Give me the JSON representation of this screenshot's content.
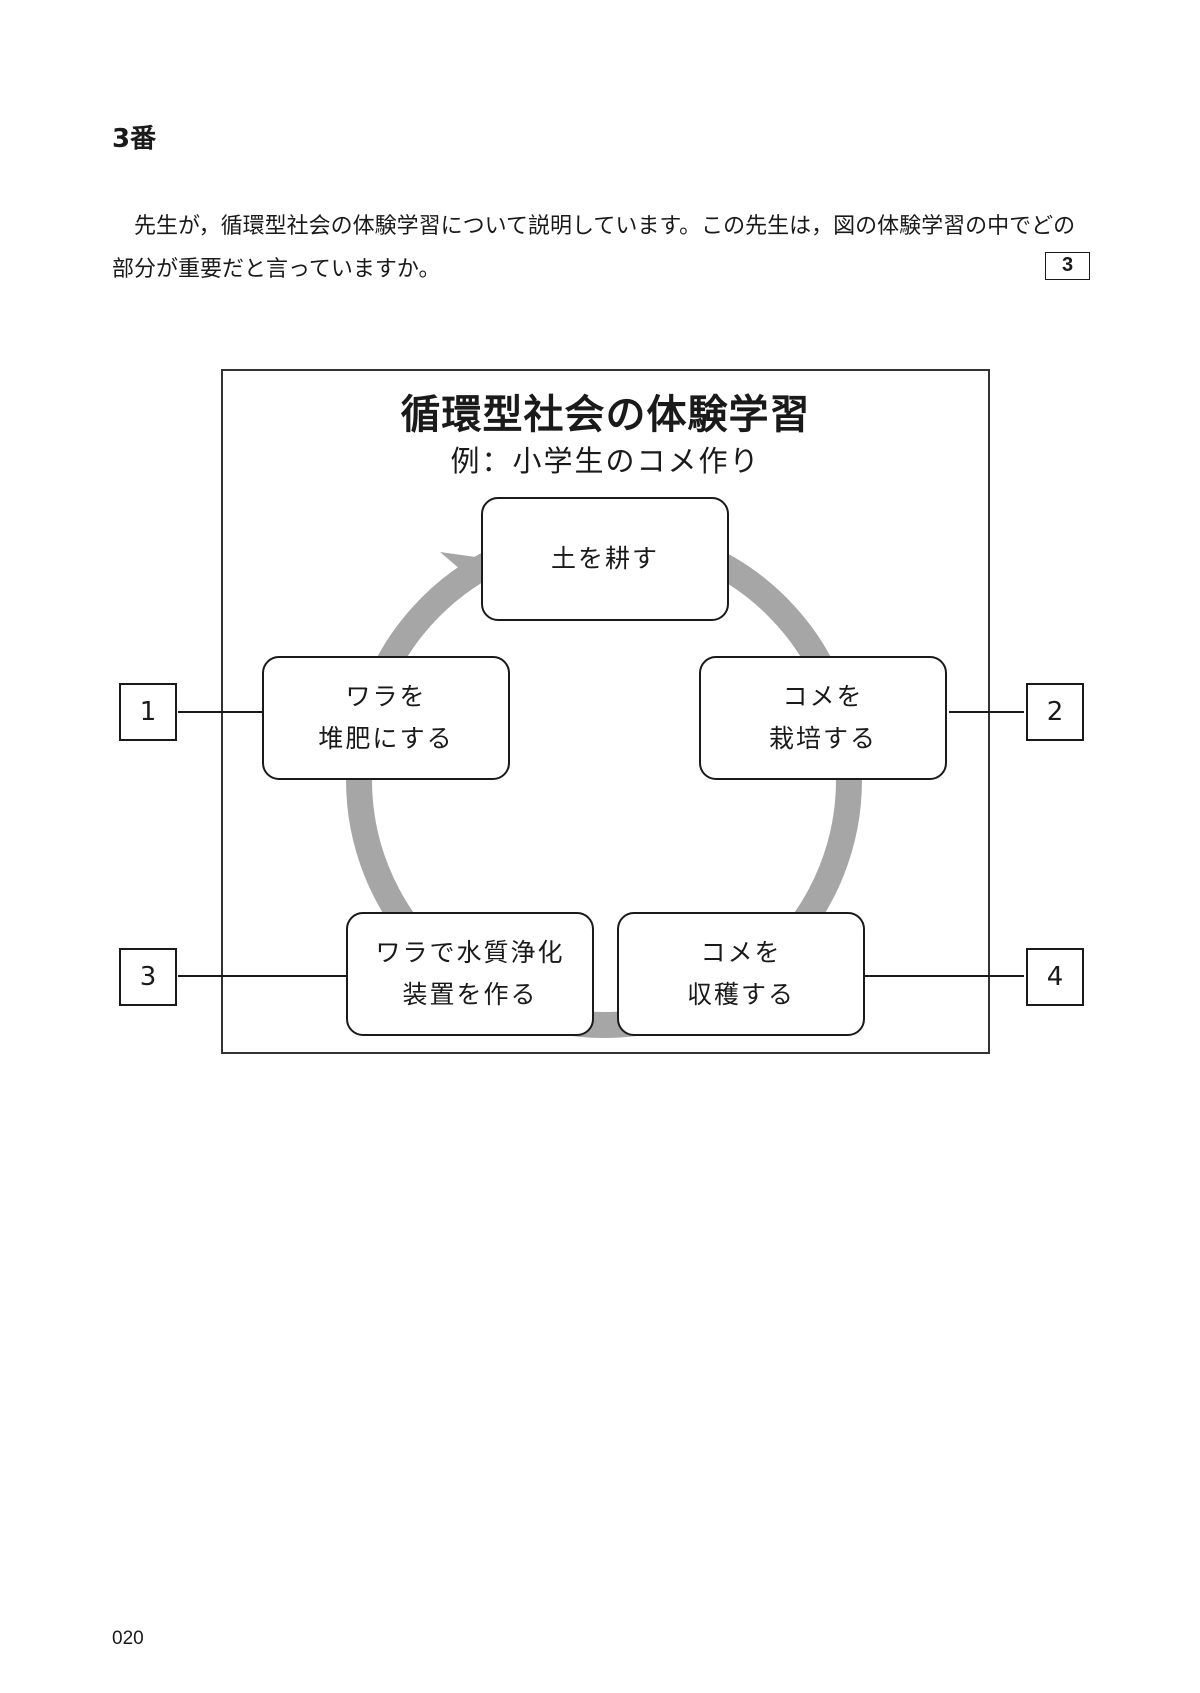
{
  "question_number": "3番",
  "question_text": "先生が，循環型社会の体験学習について説明しています。この先生は，図の体験学習の中でどの部分が重要だと言っていますか。",
  "answer_box_label": "3",
  "diagram": {
    "title": "循環型社会の体験学習",
    "subtitle": "例：小学生のコメ作り",
    "steps": {
      "plow": [
        "土を耕す"
      ],
      "cultivate": [
        "コメを",
        "栽培する"
      ],
      "harvest": [
        "コメを",
        "収穫する"
      ],
      "purify": [
        "ワラで水質浄化",
        "装置を作る"
      ],
      "compost": [
        "ワラを",
        "堆肥にする"
      ]
    },
    "choices": [
      "1",
      "2",
      "3",
      "4"
    ],
    "cycle_color": "#a6a6a6"
  },
  "page_number": "020"
}
